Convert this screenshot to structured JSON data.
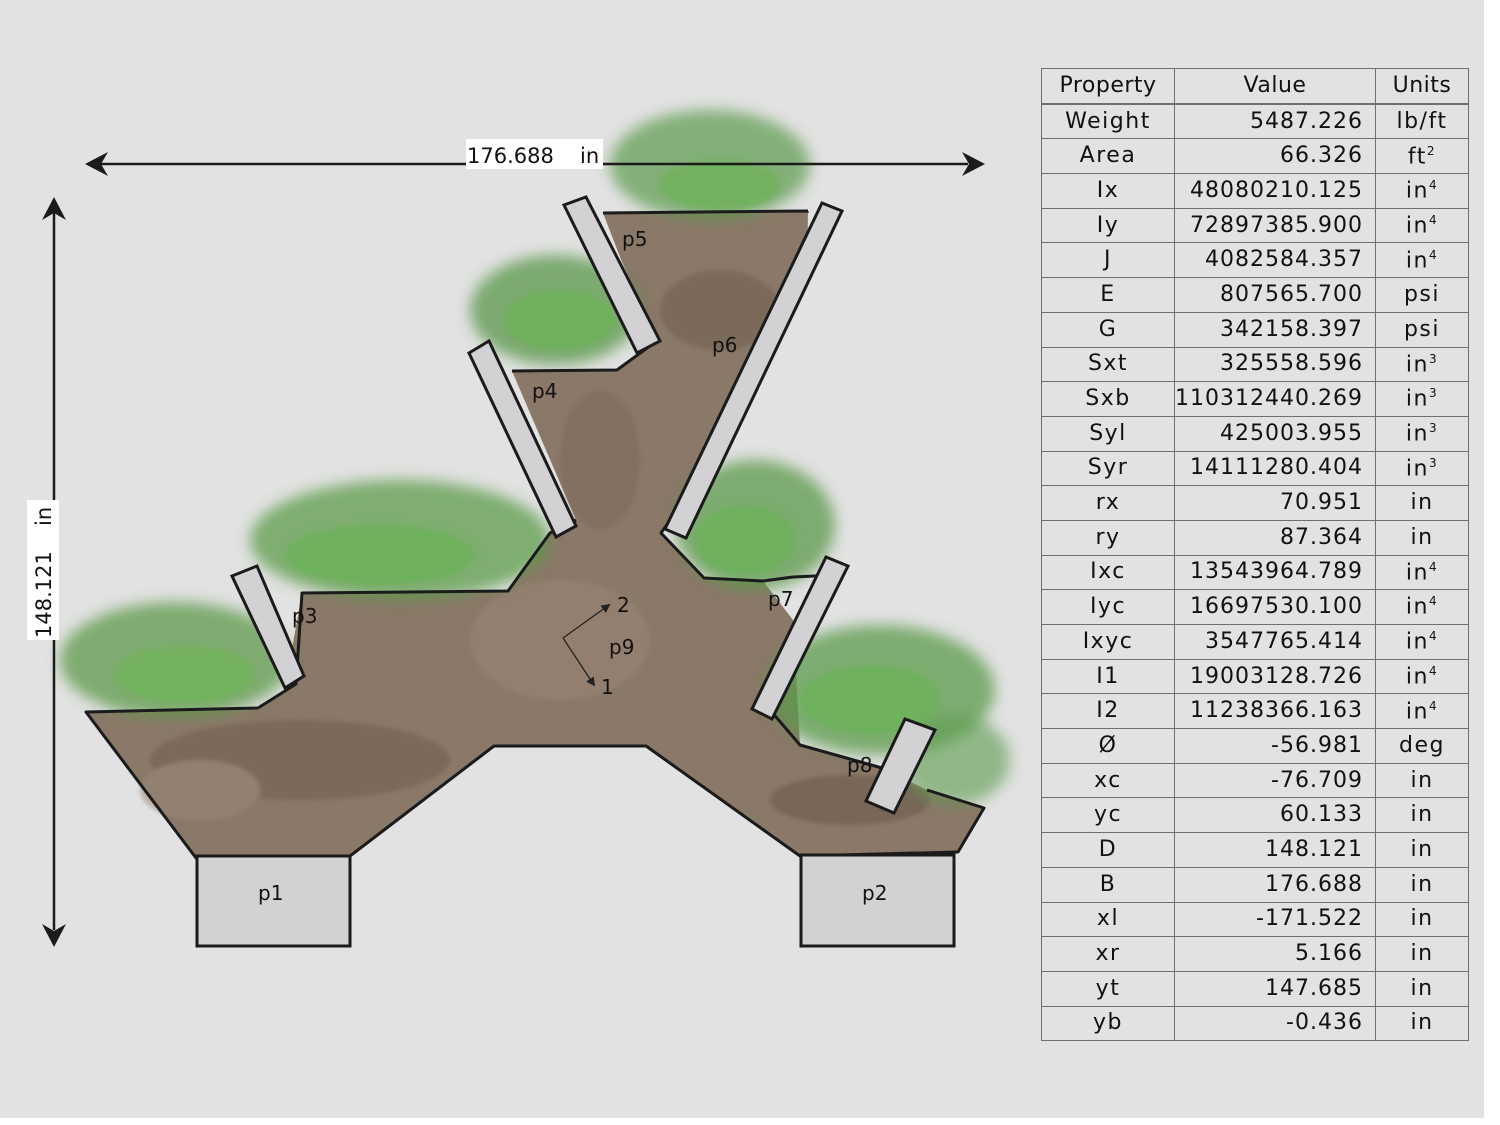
{
  "dimensions": {
    "width": {
      "value": "176.688",
      "unit": "in"
    },
    "height": {
      "value": "148.121",
      "unit": "in"
    }
  },
  "parts": [
    "p1",
    "p2",
    "p3",
    "p4",
    "p5",
    "p6",
    "p7",
    "p8",
    "p9"
  ],
  "axes": {
    "axis1": "1",
    "axis2": "2"
  },
  "table": {
    "headers": {
      "property": "Property",
      "value": "Value",
      "units": "Units"
    },
    "rows": [
      {
        "property": "Weight",
        "value": "5487.226",
        "unit": "lb/ft",
        "exp": ""
      },
      {
        "property": "Area",
        "value": "66.326",
        "unit": "ft",
        "exp": "2"
      },
      {
        "property": "Ix",
        "value": "48080210.125",
        "unit": "in",
        "exp": "4"
      },
      {
        "property": "Iy",
        "value": "72897385.900",
        "unit": "in",
        "exp": "4"
      },
      {
        "property": "J",
        "value": "4082584.357",
        "unit": "in",
        "exp": "4"
      },
      {
        "property": "E",
        "value": "807565.700",
        "unit": "psi",
        "exp": ""
      },
      {
        "property": "G",
        "value": "342158.397",
        "unit": "psi",
        "exp": ""
      },
      {
        "property": "Sxt",
        "value": "325558.596",
        "unit": "in",
        "exp": "3"
      },
      {
        "property": "Sxb",
        "value": "110312440.269",
        "unit": "in",
        "exp": "3"
      },
      {
        "property": "Syl",
        "value": "425003.955",
        "unit": "in",
        "exp": "3"
      },
      {
        "property": "Syr",
        "value": "14111280.404",
        "unit": "in",
        "exp": "3"
      },
      {
        "property": "rx",
        "value": "70.951",
        "unit": "in",
        "exp": ""
      },
      {
        "property": "ry",
        "value": "87.364",
        "unit": "in",
        "exp": ""
      },
      {
        "property": "Ixc",
        "value": "13543964.789",
        "unit": "in",
        "exp": "4"
      },
      {
        "property": "Iyc",
        "value": "16697530.100",
        "unit": "in",
        "exp": "4"
      },
      {
        "property": "Ixyc",
        "value": "3547765.414",
        "unit": "in",
        "exp": "4"
      },
      {
        "property": "I1",
        "value": "19003128.726",
        "unit": "in",
        "exp": "4"
      },
      {
        "property": "I2",
        "value": "11238366.163",
        "unit": "in",
        "exp": "4"
      },
      {
        "property": "Ø",
        "value": "-56.981",
        "unit": "deg",
        "exp": ""
      },
      {
        "property": "xc",
        "value": "-76.709",
        "unit": "in",
        "exp": ""
      },
      {
        "property": "yc",
        "value": "60.133",
        "unit": "in",
        "exp": ""
      },
      {
        "property": "D",
        "value": "148.121",
        "unit": "in",
        "exp": ""
      },
      {
        "property": "B",
        "value": "176.688",
        "unit": "in",
        "exp": ""
      },
      {
        "property": "xl",
        "value": "-171.522",
        "unit": "in",
        "exp": ""
      },
      {
        "property": "xr",
        "value": "5.166",
        "unit": "in",
        "exp": ""
      },
      {
        "property": "yt",
        "value": "147.685",
        "unit": "in",
        "exp": ""
      },
      {
        "property": "yb",
        "value": "-0.436",
        "unit": "in",
        "exp": ""
      }
    ]
  }
}
